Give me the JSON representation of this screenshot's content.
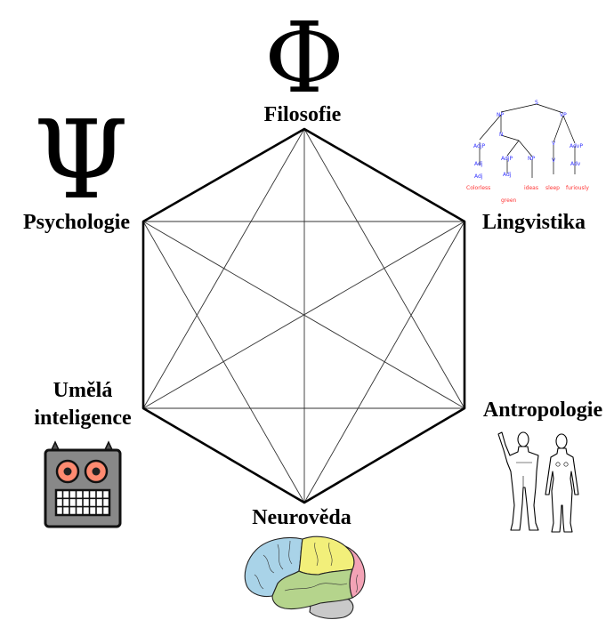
{
  "disciplines": {
    "philosophy": {
      "label": "Filosofie",
      "symbol": "Φ"
    },
    "psychology": {
      "label": "Psychologie",
      "symbol": "Ψ"
    },
    "linguistics": {
      "label": "Lingvistika",
      "tree": {
        "root": "S",
        "nodes": [
          "NP",
          "VP",
          "N",
          "V",
          "AdjP",
          "AdjP",
          "NP",
          "V",
          "AdvP",
          "Adj",
          "Adj",
          "Adj",
          "Adv"
        ],
        "leaves": [
          "Colorless",
          "green",
          "ideas",
          "sleep",
          "furiously"
        ]
      }
    },
    "anthropology": {
      "label": "Antropologie"
    },
    "neuroscience": {
      "label": "Neurověda"
    },
    "ai": {
      "label_line1": "Umělá",
      "label_line2": "inteligence"
    }
  },
  "colors": {
    "edge": "#000000",
    "diagonal": "#333333",
    "robot_face": "#888888",
    "robot_eye": "#ff8a70",
    "brain_frontal": "#a9d3e8",
    "brain_parietal": "#f2ef7a",
    "brain_occipital": "#f3a3b6",
    "brain_temporal": "#b5d48c",
    "brain_cerebellum": "#c9c9c9"
  }
}
